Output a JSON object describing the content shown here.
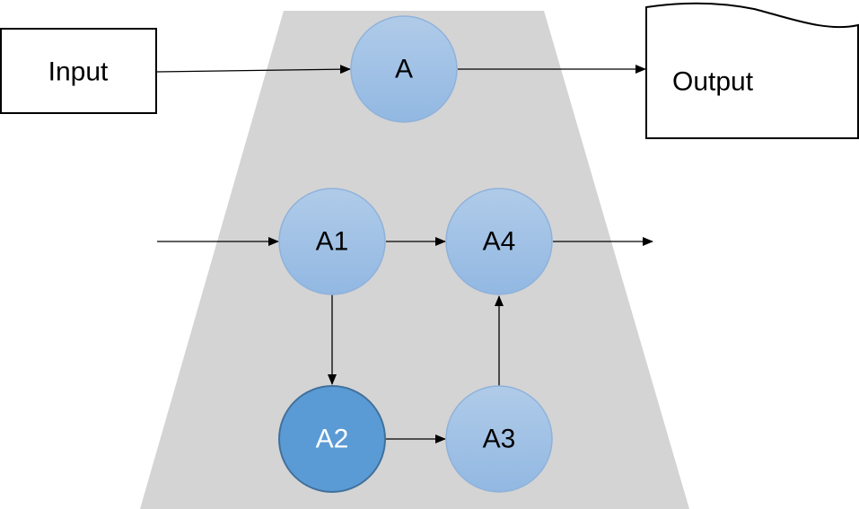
{
  "colors": {
    "background": "#ffffff",
    "trapezoid": "#d4d4d4",
    "node_fill_top": "#b0cbe9",
    "node_fill_bottom": "#92b8e2",
    "node_stroke": "#8fb2da",
    "highlight_fill": "#5b9bd5",
    "highlight_stroke": "#41719c",
    "line": "#000000"
  },
  "nodes": {
    "input": {
      "label": "Input"
    },
    "output": {
      "label": "Output"
    },
    "a": {
      "label": "A"
    },
    "a1": {
      "label": "A1"
    },
    "a2": {
      "label": "A2",
      "highlighted": true
    },
    "a3": {
      "label": "A3"
    },
    "a4": {
      "label": "A4"
    }
  },
  "edges": [
    {
      "from": "Input",
      "to": "A"
    },
    {
      "from": "A",
      "to": "Output"
    },
    {
      "from": "",
      "to": "A1"
    },
    {
      "from": "A1",
      "to": "A4"
    },
    {
      "from": "A1",
      "to": "A2"
    },
    {
      "from": "A2",
      "to": "A3"
    },
    {
      "from": "A3",
      "to": "A4"
    },
    {
      "from": "A4",
      "to": ""
    }
  ]
}
